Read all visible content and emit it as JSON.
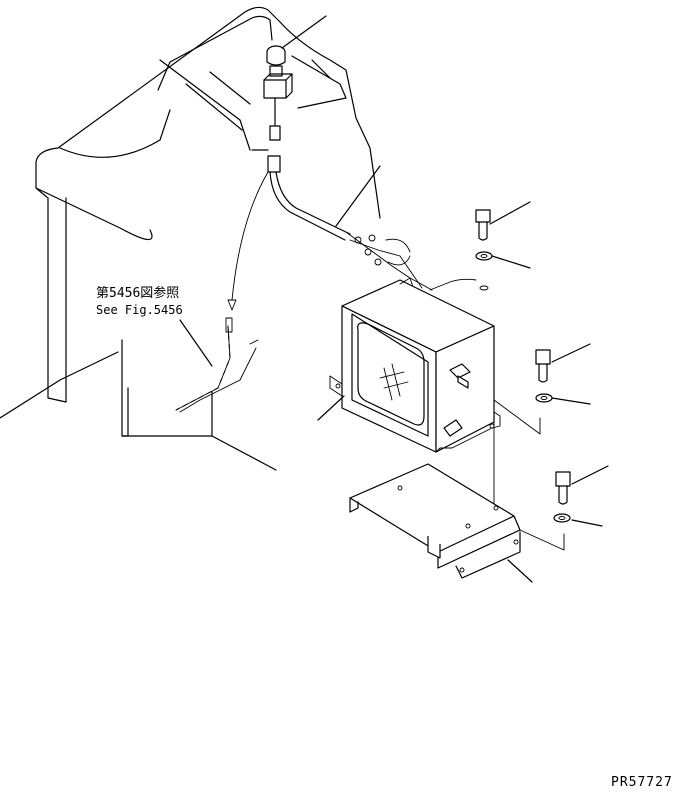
{
  "reference_label_jp": "第5456図参照",
  "reference_label_en": "See Fig.5456",
  "drawing_number": "PR57727"
}
